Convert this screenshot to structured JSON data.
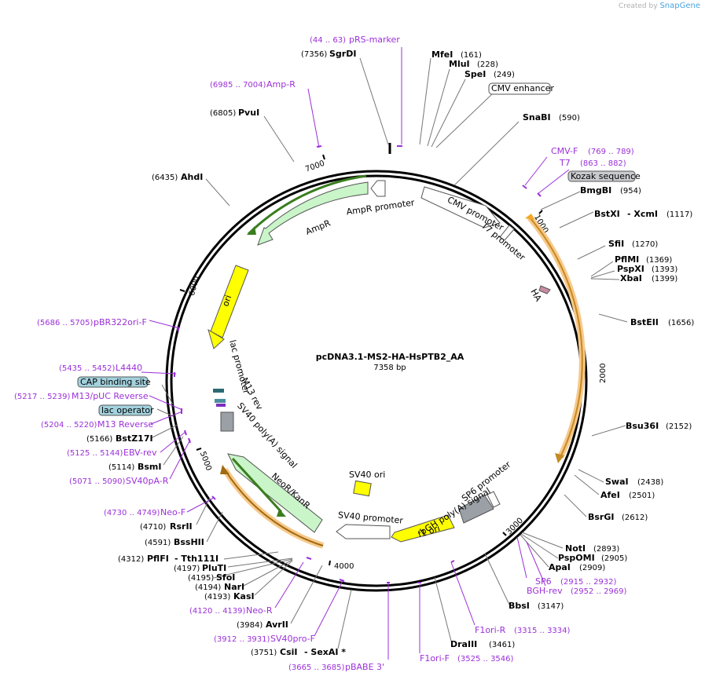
{
  "brand": {
    "created_by": "Created by",
    "name": "SnapGene"
  },
  "plasmid": {
    "name": "pcDNA3.1-MS2-HA-HsPTB2_AA",
    "length": "7358 bp"
  },
  "ticks": [
    "1000",
    "2000",
    "3000",
    "4000",
    "5000",
    "6000",
    "7000"
  ],
  "enzymes_right": [
    {
      "name": "MfeI",
      "pos": "(161)"
    },
    {
      "name": "MluI",
      "pos": "(228)"
    },
    {
      "name": "SpeI",
      "pos": "(249)"
    },
    {
      "name": "SnaBI",
      "pos": "(590)"
    },
    {
      "name": "BmgBI",
      "pos": "(954)"
    },
    {
      "name": "BstXI",
      "extra": "- XcmI",
      "pos": "(1117)"
    },
    {
      "name": "SfiI",
      "pos": "(1270)"
    },
    {
      "name": "PflMI",
      "pos": "(1369)"
    },
    {
      "name": "PspXI",
      "pos": "(1393)"
    },
    {
      "name": "XbaI",
      "pos": "(1399)"
    },
    {
      "name": "BstEII",
      "pos": "(1656)"
    },
    {
      "name": "Bsu36I",
      "pos": "(2152)"
    },
    {
      "name": "SwaI",
      "pos": "(2438)"
    },
    {
      "name": "AfeI",
      "pos": "(2501)"
    },
    {
      "name": "BsrGI",
      "pos": "(2612)"
    },
    {
      "name": "NotI",
      "pos": "(2893)"
    },
    {
      "name": "PspOMI",
      "pos": "(2905)"
    },
    {
      "name": "ApaI",
      "pos": "(2909)"
    },
    {
      "name": "BbsI",
      "pos": "(3147)"
    },
    {
      "name": "DraIII",
      "pos": "(3461)"
    }
  ],
  "enzymes_left": [
    {
      "name": "SgrDI",
      "pos": "(7356)"
    },
    {
      "name": "PvuI",
      "pos": "(6805)"
    },
    {
      "name": "AhdI",
      "pos": "(6435)"
    },
    {
      "name": "BstZ17I",
      "pos": "(5166)"
    },
    {
      "name": "BsmI",
      "pos": "(5114)"
    },
    {
      "name": "RsrII",
      "pos": "(4710)"
    },
    {
      "name": "BssHII",
      "pos": "(4591)"
    },
    {
      "name": "PflFI",
      "extra": "- Tth111I",
      "pos": "(4312)"
    },
    {
      "name": "PluTI",
      "pos": "(4197)"
    },
    {
      "name": "SfoI",
      "pos": "(4195)"
    },
    {
      "name": "NarI",
      "pos": "(4194)"
    },
    {
      "name": "KasI",
      "pos": "(4193)"
    },
    {
      "name": "AvrII",
      "pos": "(3984)"
    },
    {
      "name": "CsiI",
      "extra": "- SexAI *",
      "pos": "(3751)"
    }
  ],
  "primers": [
    {
      "name": "pRS-marker",
      "pos": "(44 .. 63)"
    },
    {
      "name": "Amp-R",
      "pos": "(6985 .. 7004)"
    },
    {
      "name": "CMV-F",
      "pos": "(769 .. 789)"
    },
    {
      "name": "T7",
      "pos": "(863 .. 882)"
    },
    {
      "name": "pBR322ori-F",
      "pos": "(5686 .. 5705)"
    },
    {
      "name": "L4440",
      "pos": "(5435 .. 5452)"
    },
    {
      "name": "M13/pUC Reverse",
      "pos": "(5217 .. 5239)"
    },
    {
      "name": "M13 Reverse",
      "pos": "(5204 .. 5220)"
    },
    {
      "name": "EBV-rev",
      "pos": "(5125 .. 5144)"
    },
    {
      "name": "SV40pA-R",
      "pos": "(5071 .. 5090)"
    },
    {
      "name": "Neo-F",
      "pos": "(4730 .. 4749)"
    },
    {
      "name": "Neo-R",
      "pos": "(4120 .. 4139)"
    },
    {
      "name": "SV40pro-F",
      "pos": "(3912 .. 3931)"
    },
    {
      "name": "pBABE 3'",
      "pos": "(3665 .. 3685)"
    },
    {
      "name": "F1ori-F",
      "pos": "(3525 .. 3546)"
    },
    {
      "name": "F1ori-R",
      "pos": "(3315 .. 3334)"
    },
    {
      "name": "SP6",
      "pos": "(2915 .. 2932)"
    },
    {
      "name": "BGH-rev",
      "pos": "(2952 .. 2969)"
    }
  ],
  "boxed_features": {
    "cmv_enhancer": "CMV enhancer",
    "kozak": "Kozak sequence",
    "cap": "CAP binding site",
    "lac_operator": "lac operator"
  },
  "features": {
    "ampr_promoter": "AmpR promoter",
    "ampr": "AmpR",
    "ori": "ori",
    "cmv_promoter": "CMV promoter",
    "t7_promoter": "T7 promoter",
    "ha": "HA",
    "lac_promoter": "lac promoter",
    "m13_rev": "M13 rev",
    "sv40_polya": "SV40 poly(A) signal",
    "neor": "NeoR/KanR",
    "sv40_ori": "SV40 ori",
    "sv40_promoter": "SV40 promoter",
    "f1_ori": "f1 ori",
    "bgh": "bGH poly(A) signal",
    "sp6": "SP6 promoter"
  },
  "colors": {
    "primer": "#9b30d9",
    "ampr": "#c9f5c9",
    "ori": "#ffff00",
    "orf": "#f5a623",
    "gray": "#9aa0a6"
  }
}
